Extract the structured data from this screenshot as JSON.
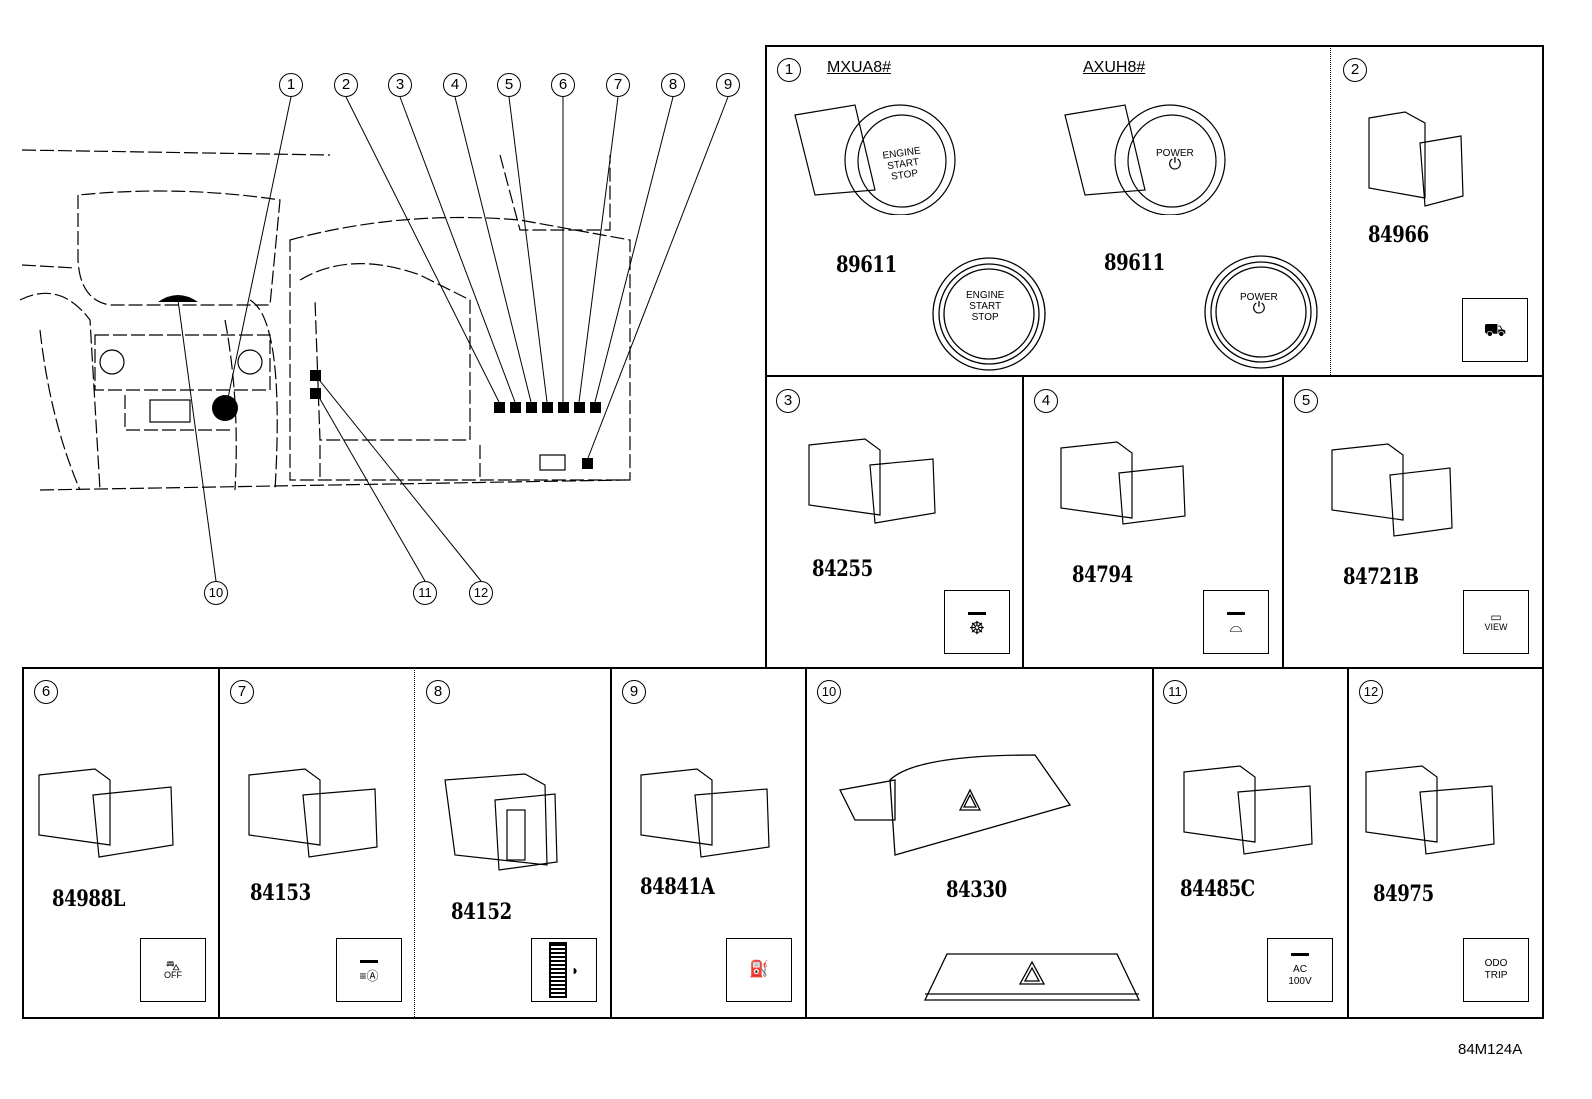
{
  "diagram_code": "84M124A",
  "overview_callouts": [
    "1",
    "2",
    "3",
    "4",
    "5",
    "6",
    "7",
    "8",
    "9",
    "10",
    "11",
    "12"
  ],
  "panels": {
    "p1": {
      "num": "1",
      "variant_a": "MXUA8#",
      "variant_b": "AXUH8#",
      "part_a": "89611",
      "part_b": "89611",
      "button_a": [
        "ENGINE",
        "START",
        "STOP"
      ],
      "button_b": [
        "POWER",
        "⏻"
      ]
    },
    "p2": {
      "num": "2",
      "part": "84966"
    },
    "p3": {
      "num": "3",
      "part": "84255"
    },
    "p4": {
      "num": "4",
      "part": "84794"
    },
    "p5": {
      "num": "5",
      "part": "84721B",
      "icon_text": "VIEW"
    },
    "p6": {
      "num": "6",
      "part": "84988L",
      "icon_text": "OFF"
    },
    "p7": {
      "num": "7",
      "part": "84153"
    },
    "p8": {
      "num": "8",
      "part": "84152"
    },
    "p9": {
      "num": "9",
      "part": "84841A"
    },
    "p10": {
      "num": "10",
      "part": "84330"
    },
    "p11": {
      "num": "11",
      "part": "84485C",
      "icon_text": [
        "AC",
        "100V"
      ]
    },
    "p12": {
      "num": "12",
      "part": "84975",
      "icon_text": [
        "ODO",
        "TRIP"
      ]
    }
  }
}
